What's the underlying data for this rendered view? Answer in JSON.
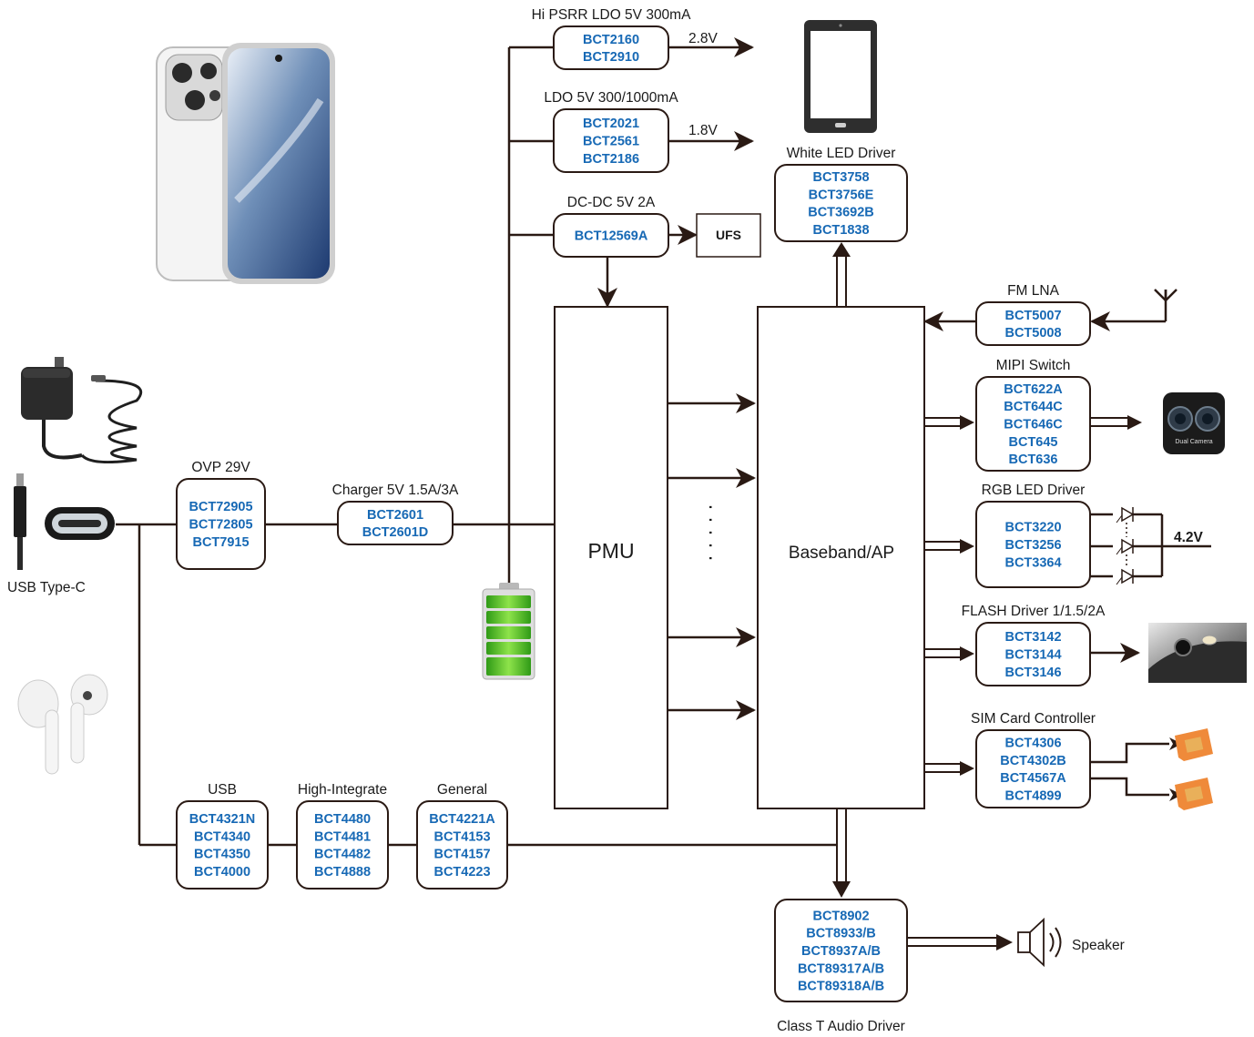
{
  "colors": {
    "line": "#2a1a14",
    "part": "#1769b5",
    "text": "#1a1a1a",
    "battery": "#5ec12a"
  },
  "blocks": {
    "ldo_hi": {
      "title": "Hi PSRR LDO 5V 300mA",
      "parts": [
        "BCT2160",
        "BCT2910"
      ],
      "output": "2.8V"
    },
    "ldo": {
      "title": "LDO 5V 300/1000mA",
      "parts": [
        "BCT2021",
        "BCT2561",
        "BCT2186"
      ],
      "output": "1.8V"
    },
    "dcdc": {
      "title": "DC-DC 5V 2A",
      "parts": [
        "BCT12569A"
      ]
    },
    "ufs": {
      "label": "UFS"
    },
    "white_led": {
      "title": "White LED Driver",
      "parts": [
        "BCT3758",
        "BCT3756E",
        "BCT3692B",
        "BCT1838"
      ]
    },
    "fm_lna": {
      "title": "FM LNA",
      "parts": [
        "BCT5007",
        "BCT5008"
      ]
    },
    "mipi": {
      "title": "MIPI Switch",
      "parts": [
        "BCT622A",
        "BCT644C",
        "BCT646C",
        "BCT645",
        "BCT636"
      ]
    },
    "rgb": {
      "title": "RGB LED Driver",
      "parts": [
        "BCT3220",
        "BCT3256",
        "BCT3364"
      ],
      "voltage": "4.2V"
    },
    "flash": {
      "title": "FLASH Driver 1/1.5/2A",
      "parts": [
        "BCT3142",
        "BCT3144",
        "BCT3146"
      ]
    },
    "sim": {
      "title": "SIM Card Controller",
      "parts": [
        "BCT4306",
        "BCT4302B",
        "BCT4567A",
        "BCT4899"
      ]
    },
    "audio": {
      "title": "Class T Audio Driver",
      "parts": [
        "BCT8902",
        "BCT8933/B",
        "BCT8937A/B",
        "BCT89317A/B",
        "BCT89318A/B"
      ],
      "output": "Speaker"
    },
    "ovp": {
      "title": "OVP 29V",
      "parts": [
        "BCT72905",
        "BCT72805",
        "BCT7915"
      ]
    },
    "charger": {
      "title": "Charger 5V 1.5A/3A",
      "parts": [
        "BCT2601",
        "BCT2601D"
      ]
    },
    "usb": {
      "title": "USB",
      "parts": [
        "BCT4321N",
        "BCT4340",
        "BCT4350",
        "BCT4000"
      ]
    },
    "high_int": {
      "title": "High-Integrate",
      "parts": [
        "BCT4480",
        "BCT4481",
        "BCT4482",
        "BCT4888"
      ]
    },
    "general": {
      "title": "General",
      "parts": [
        "BCT4221A",
        "BCT4153",
        "BCT4157",
        "BCT4223"
      ]
    },
    "pmu": {
      "label": "PMU"
    },
    "baseband": {
      "label": "Baseband/AP"
    },
    "usb_typec": {
      "label": "USB Type-C"
    },
    "camera": {
      "label": "Dual Camera"
    },
    "ellipsis": "· · · · ·"
  }
}
